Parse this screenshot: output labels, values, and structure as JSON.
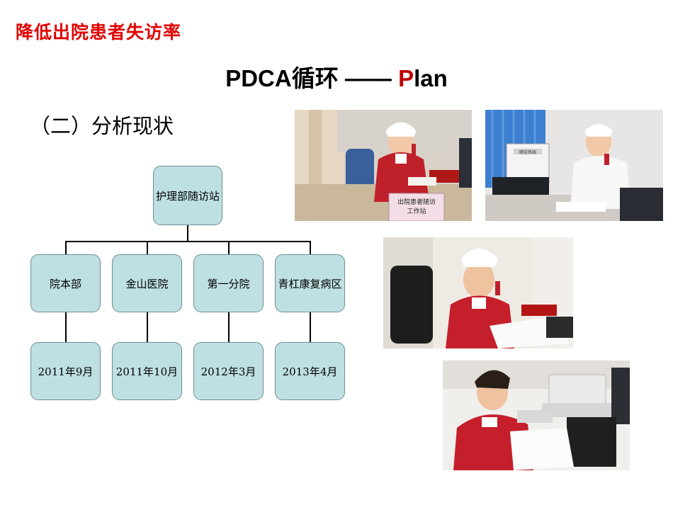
{
  "slide": {
    "top_title": "降低出院患者失访率",
    "heading_prefix": "PDCA循环 —— ",
    "heading_p": "P",
    "heading_suffix": "lan",
    "section_title": "（二）分析现状"
  },
  "org_chart": {
    "root": "护理部随访站",
    "branches": [
      {
        "name": "院本部",
        "date": "2011年9月"
      },
      {
        "name": "金山医院",
        "date": "2011年10月"
      },
      {
        "name": "第一分院",
        "date": "2012年3月"
      },
      {
        "name": "青杠康复病区",
        "date": "2013年4月"
      }
    ]
  },
  "photos": {
    "photo1_sign": "出院患者随访\n工作站",
    "photo2_sign": "随访热线"
  },
  "colors": {
    "title_red": "#e00000",
    "plan_red": "#c00000",
    "node_fill": "#bfe0e2",
    "node_border": "#6a8f93"
  }
}
